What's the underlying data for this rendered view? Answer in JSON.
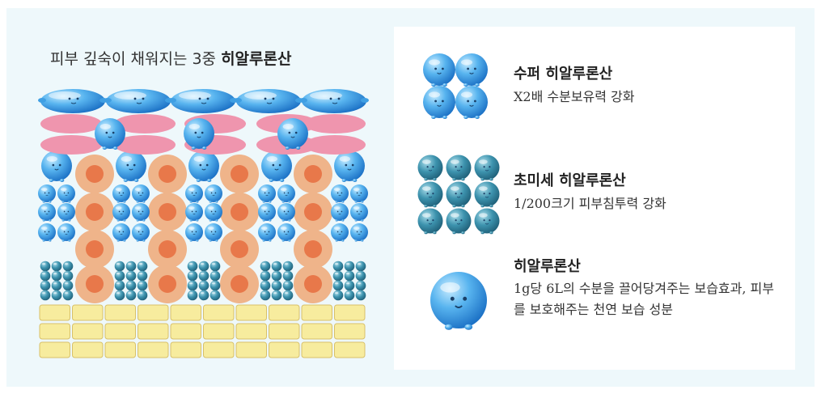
{
  "diagram": {
    "title_regular": "피부 깊숙이 채워지는 3중",
    "title_bold": "히알루론산"
  },
  "legend": [
    {
      "title": "수퍼 히알루론산",
      "desc": "X2배 수분보유력 강화",
      "icon": "super-hyaluronic-cluster-icon"
    },
    {
      "title": "초미세 히알루론산",
      "desc": "1/200크기 피부침투력 강화",
      "icon": "micro-hyaluronic-grid-icon"
    },
    {
      "title": "히알루론산",
      "desc": "1g당 6L의 수분을 끌어당겨주는 보습효과, 피부를 보호해주는 천연 보습 성분",
      "icon": "hyaluronic-droplet-icon"
    }
  ],
  "colors": {
    "background": "#eef8fb",
    "bubble": "#3f9fe3",
    "micro_bubble": "#3a8fa8",
    "cell_outer": "#efb48a",
    "cell_nucleus": "#e8784a",
    "pink_cell": "#ef95ae",
    "base_cell": "#f7ec9e"
  }
}
